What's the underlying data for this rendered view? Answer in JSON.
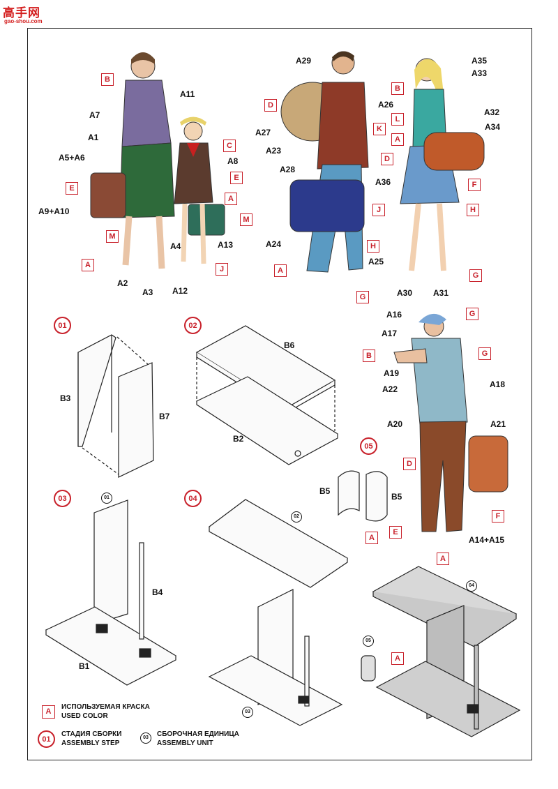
{
  "watermark": {
    "logo": "高手网",
    "url": "gao-shou.com"
  },
  "figures": {
    "woman": [
      "B",
      "A7",
      "A1",
      "A5+A6",
      "E",
      "A9+A10",
      "M",
      "A",
      "A2",
      "A3"
    ],
    "girl": [
      "A11",
      "C",
      "A8",
      "E",
      "A",
      "M",
      "A4",
      "A13",
      "J",
      "A12"
    ],
    "man": [
      "A29",
      "D",
      "A26",
      "A27",
      "K",
      "A23",
      "D",
      "A28",
      "J",
      "A24",
      "H",
      "A",
      "A25",
      "G"
    ],
    "blonde": [
      "A35",
      "A33",
      "B",
      "A32",
      "L",
      "A34",
      "A",
      "A36",
      "F",
      "H",
      "A30",
      "A31",
      "G"
    ],
    "old_man": [
      "A16",
      "G",
      "A17",
      "B",
      "G",
      "A19",
      "A22",
      "A18",
      "A20",
      "A21",
      "D",
      "F",
      "E",
      "A14+A15"
    ]
  },
  "steps": [
    {
      "num": "01",
      "parts": [
        "B3",
        "B7"
      ]
    },
    {
      "num": "02",
      "parts": [
        "B6",
        "B2"
      ]
    },
    {
      "num": "03",
      "unit": "01",
      "parts": [
        "B4",
        "B1"
      ]
    },
    {
      "num": "04",
      "unit": "02",
      "unit2": "03"
    },
    {
      "num": "05",
      "parts": [
        "B5",
        "B5"
      ],
      "color": "A"
    }
  ],
  "final": {
    "color_top": "A",
    "unit": "04",
    "unit2": "05",
    "color_base": "A"
  },
  "legend": {
    "color_box": "A",
    "color_ru": "ИСПОЛЬЗУЕМАЯ КРАСКА",
    "color_en": "USED COLOR",
    "step_circle": "01",
    "step_ru": "СТАДИЯ СБОРКИ",
    "step_en": "ASSEMBLY STEP",
    "unit_circle": "03",
    "unit_ru": "СБОРОЧНАЯ ЕДИНИЦА",
    "unit_en": "ASSEMBLY UNIT"
  },
  "colors": {
    "accent": "#c8202a",
    "line": "#222222"
  }
}
